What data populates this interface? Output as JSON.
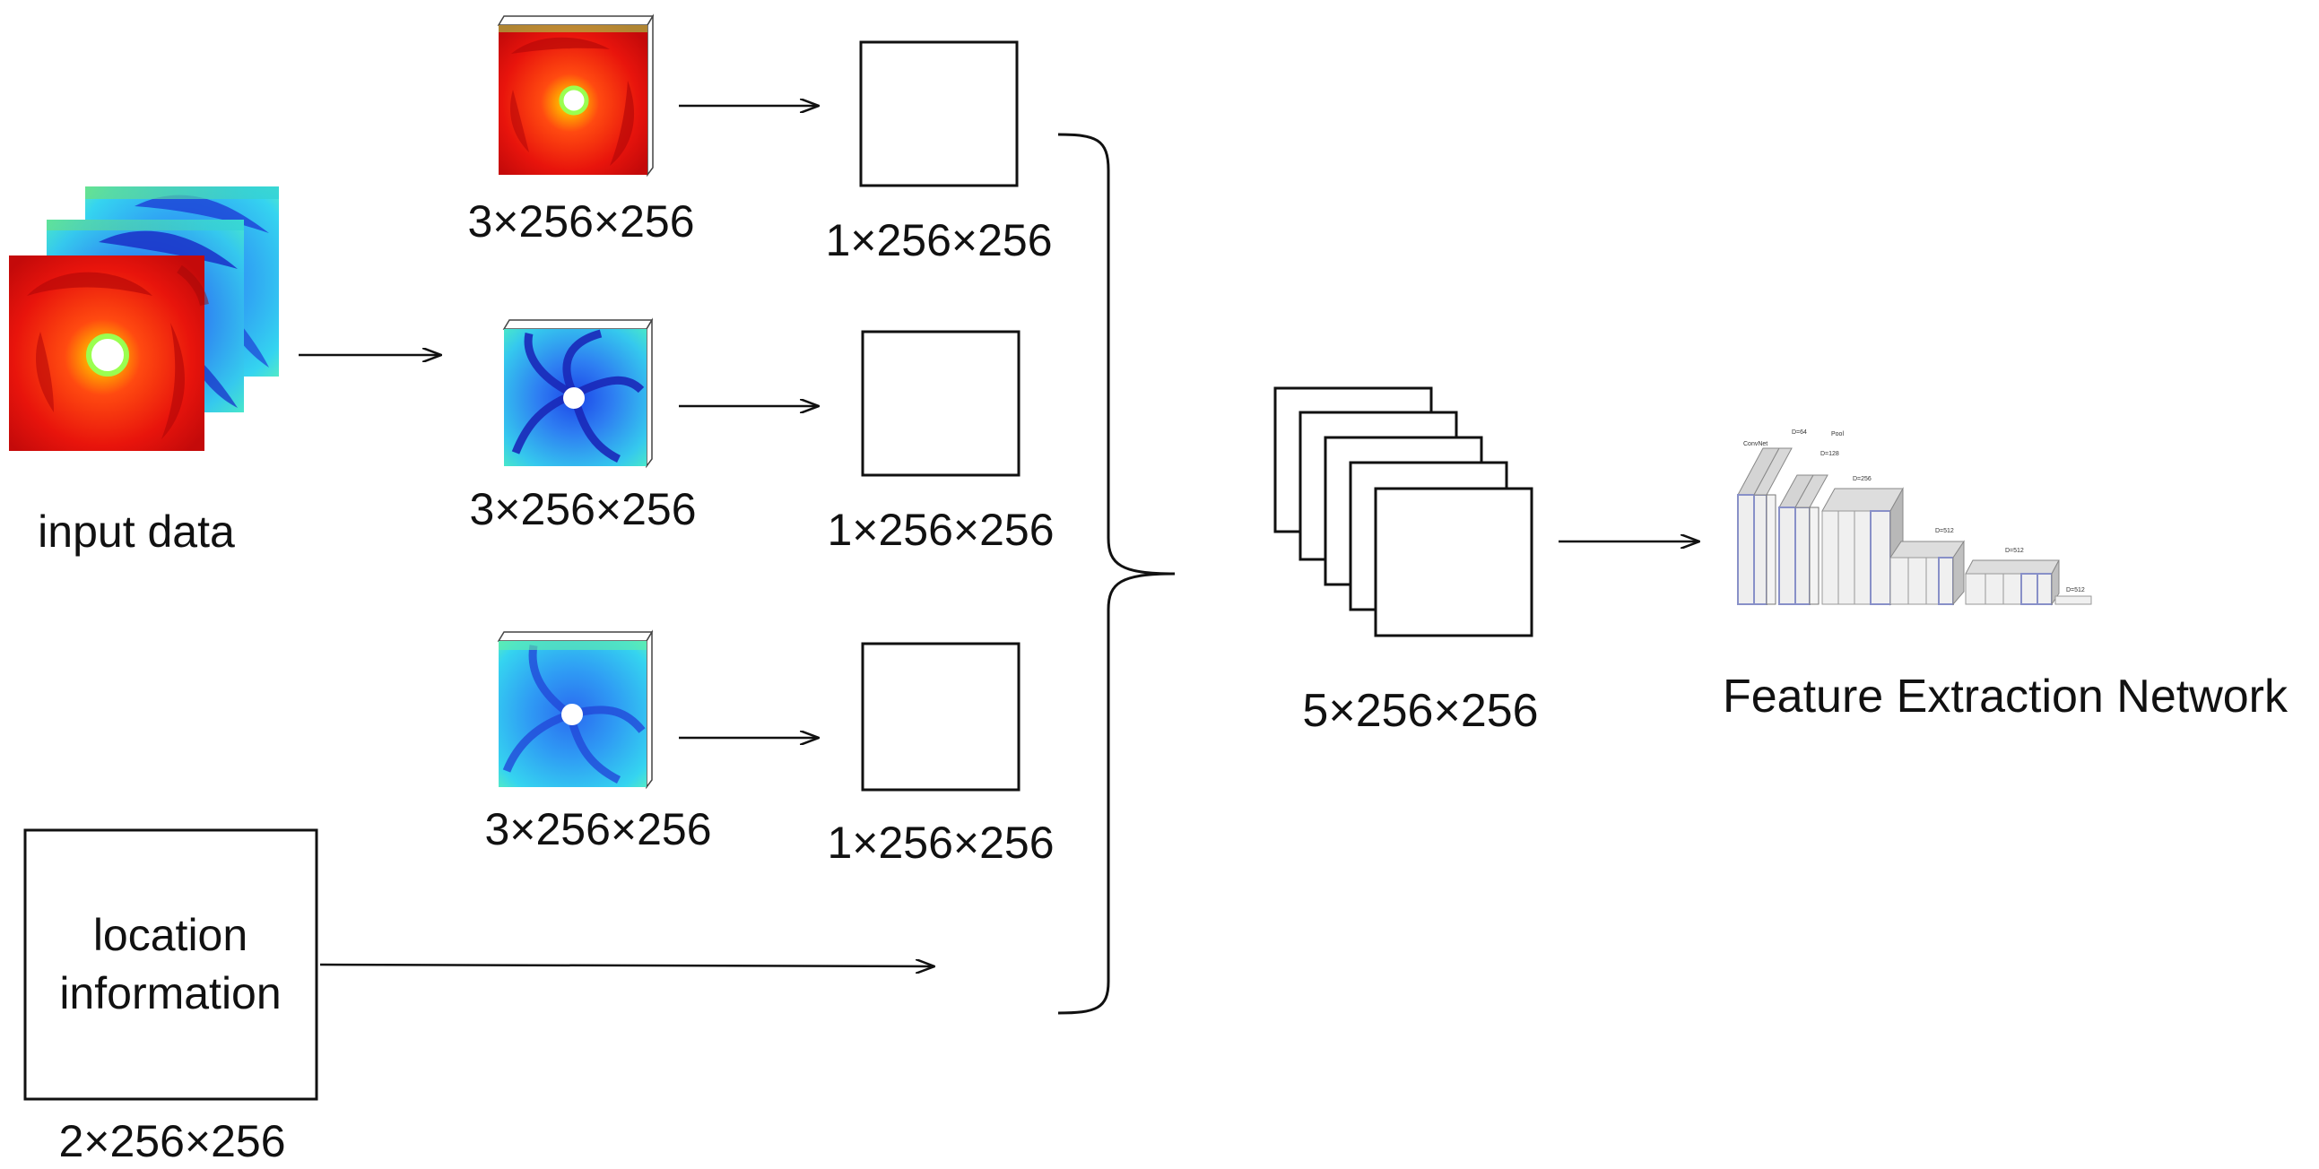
{
  "labels": {
    "input": "input data",
    "branch1_in": "3×256×256",
    "branch1_out": "1×256×256",
    "branch2_in": "3×256×256",
    "branch2_out": "1×256×256",
    "branch3_in": "3×256×256",
    "branch3_out": "1×256×256",
    "location_line1": "location",
    "location_line2": "information",
    "location_dim": "2×256×256",
    "concat_dim": "5×256×256",
    "network": "Feature Extraction Network"
  },
  "network_thumbnail": {
    "tags": [
      "ConvNet",
      "D=64",
      "Pool",
      "D=128",
      "D=256",
      "D=512",
      "D=512",
      "D=512"
    ]
  }
}
